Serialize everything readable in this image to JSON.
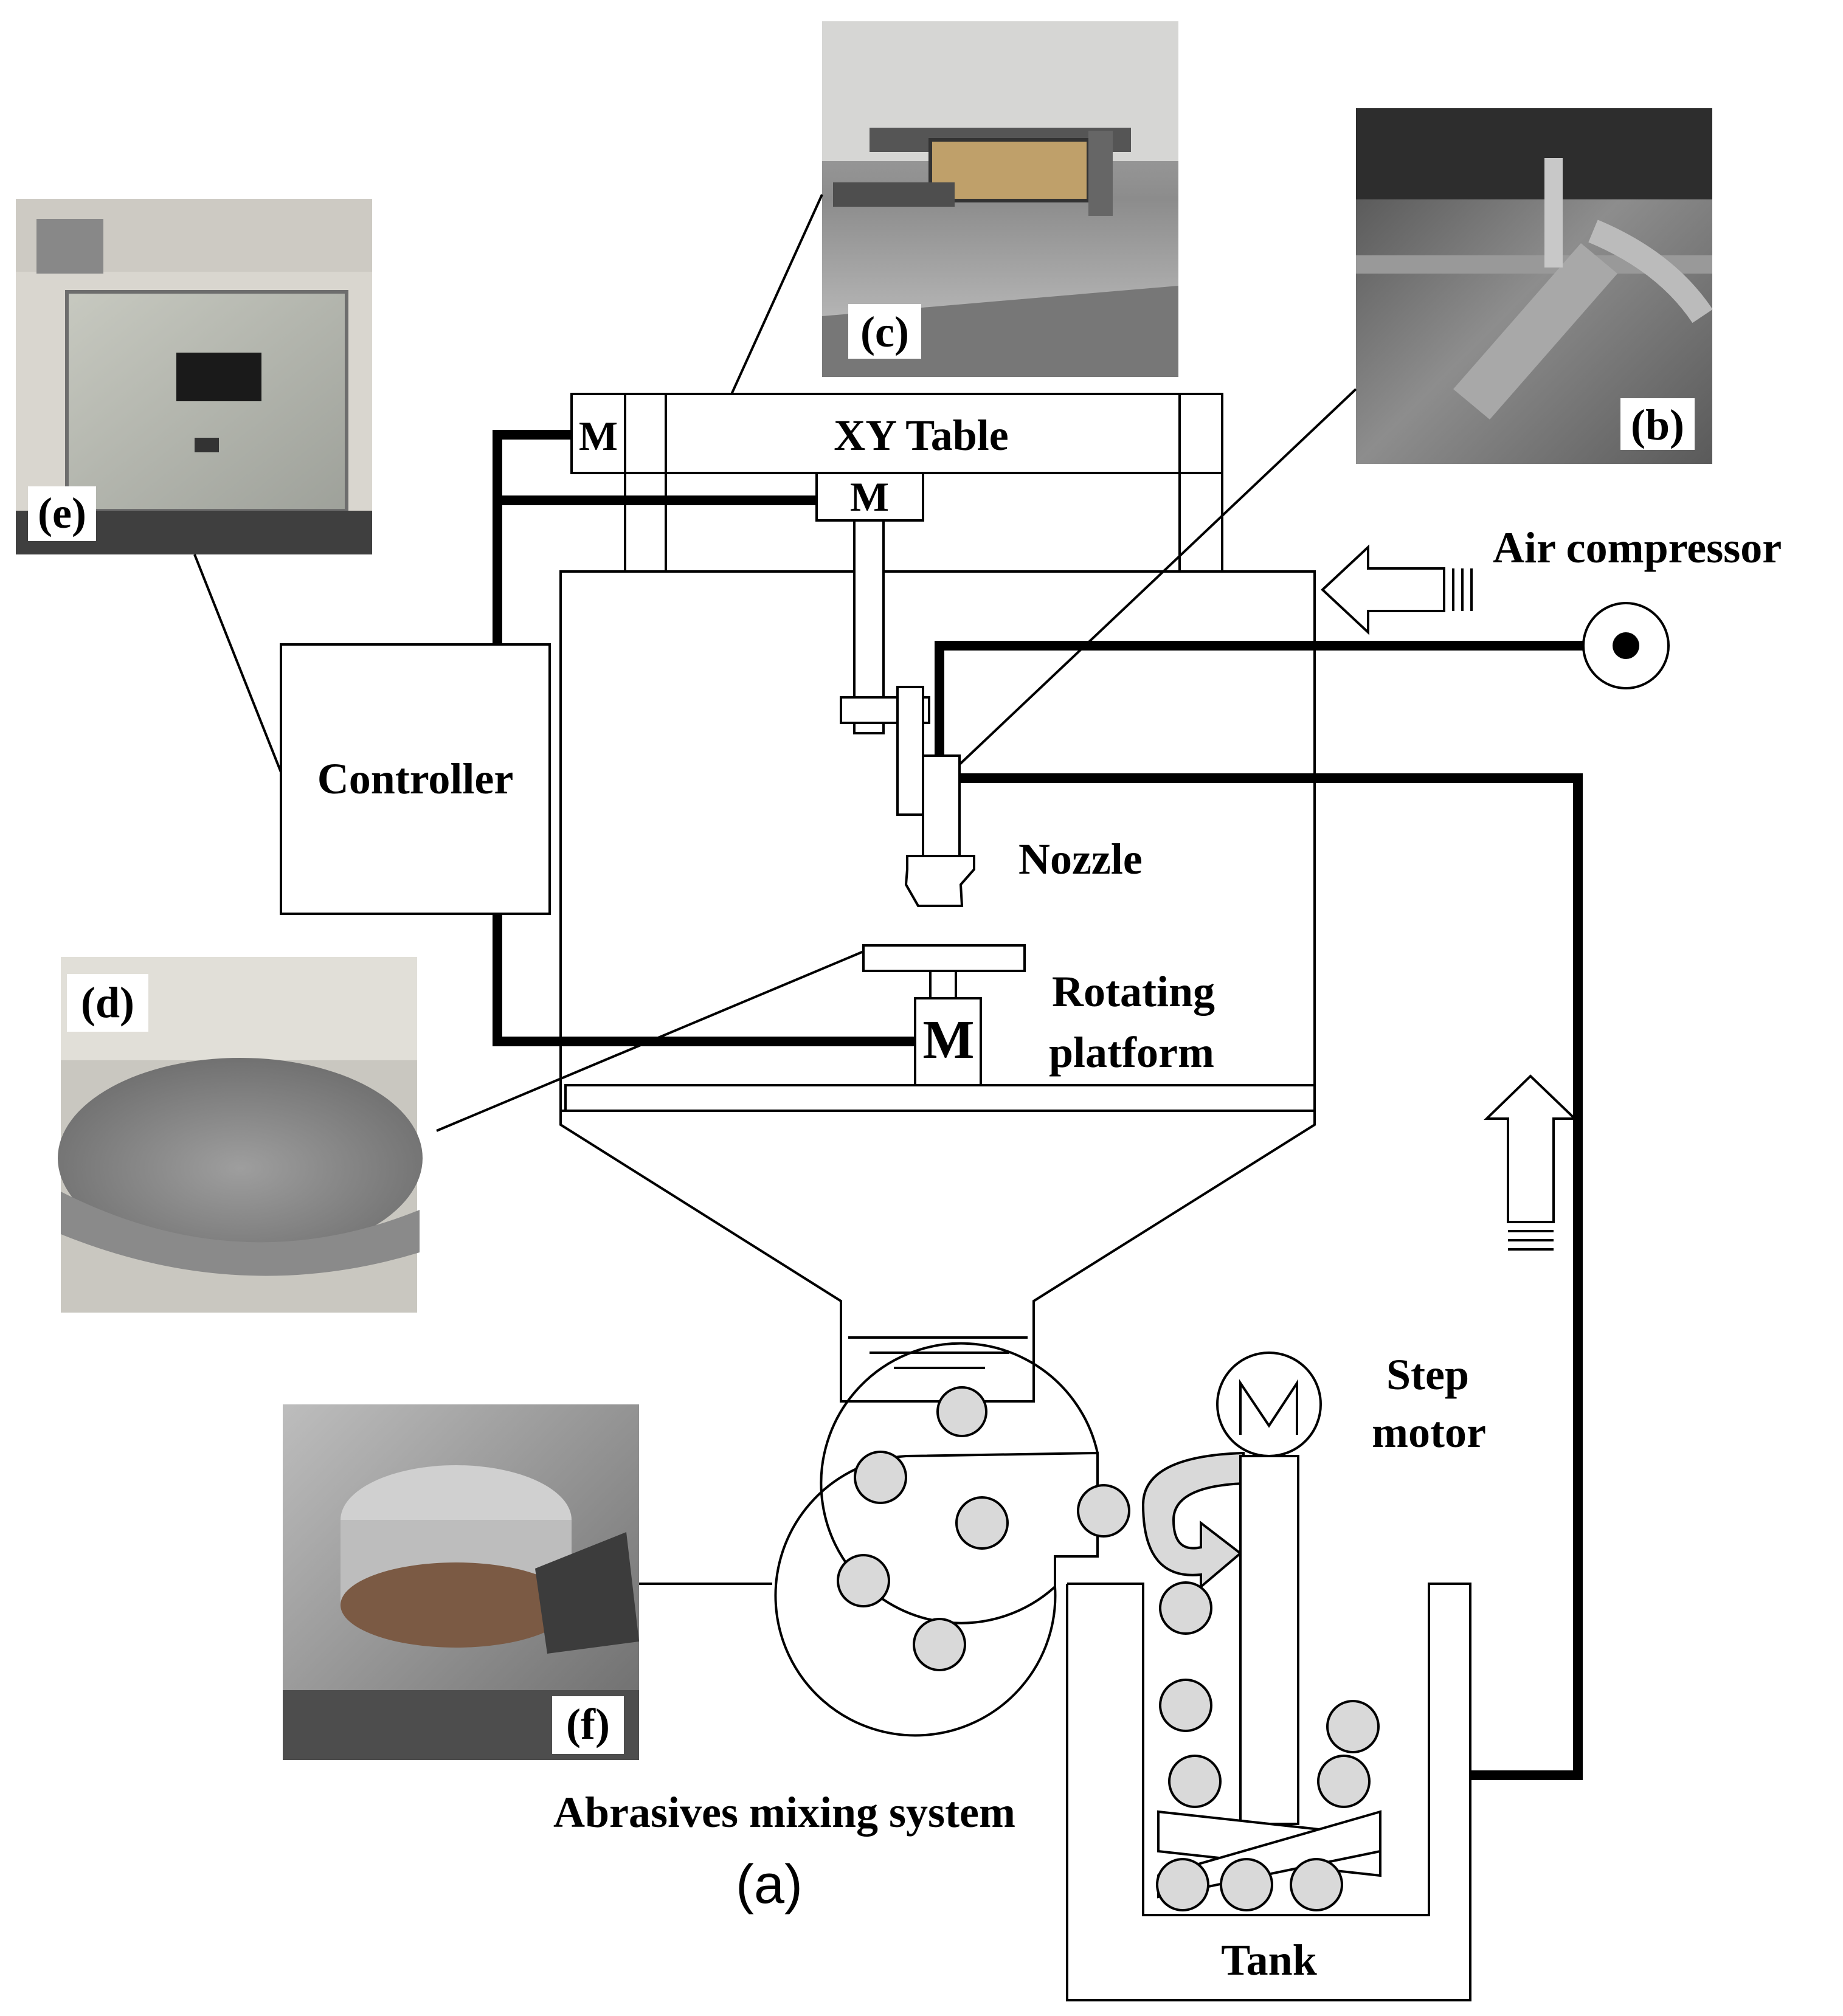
{
  "labels": {
    "xy_table": "XY Table",
    "motor_symbol": "M",
    "air_compressor": "Air compressor",
    "controller": "Controller",
    "nozzle": "Nozzle",
    "rotating_platform_line1": "Rotating",
    "rotating_platform_line2": "platform",
    "step_motor_line1": "Step",
    "step_motor_line2": "motor",
    "abrasives_mixing_system": "Abrasives mixing system",
    "tank": "Tank",
    "figure_caption": "(a)"
  },
  "photos": {
    "b": "(b)",
    "c": "(c)",
    "d": "(d)",
    "e": "(e)",
    "f": "(f)"
  },
  "colors": {
    "line": "#000000",
    "ball_fill": "#d9d9d9",
    "arrow_fill": "#ffffff"
  }
}
